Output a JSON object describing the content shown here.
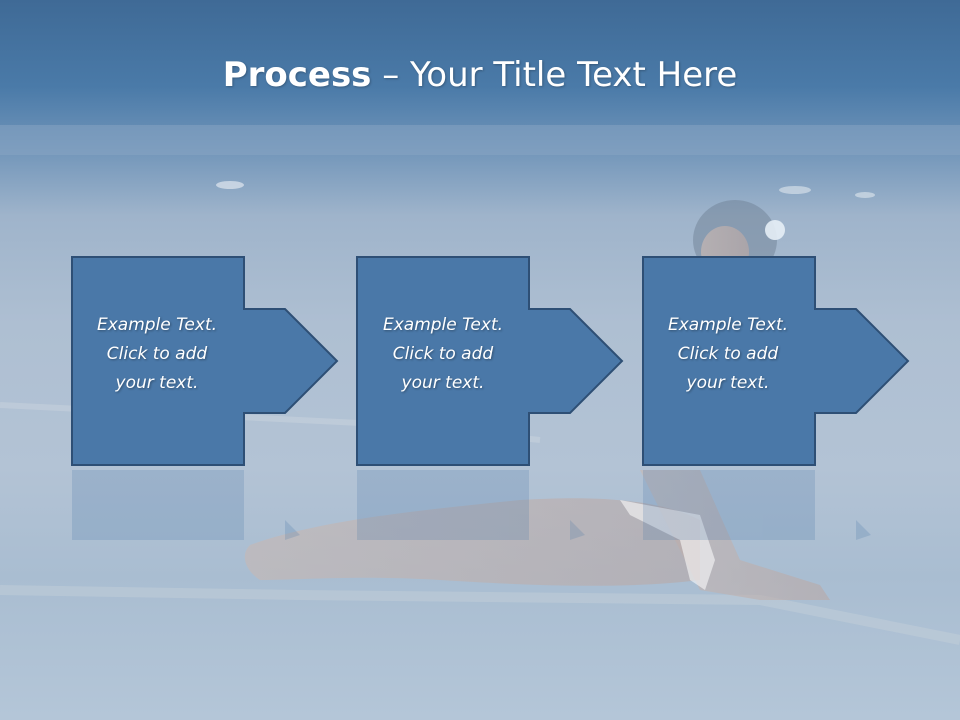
{
  "slide": {
    "title_bold": "Process",
    "title_rest": " – Your Title Text Here"
  },
  "steps": [
    {
      "text_line1": "Example Text.",
      "text_line2": "Click  to add",
      "text_line3": "your text."
    },
    {
      "text_line1": "Example Text.",
      "text_line2": "Click  to add",
      "text_line3": "your text."
    },
    {
      "text_line1": "Example Text.",
      "text_line2": "Click  to add",
      "text_line3": "your text."
    }
  ],
  "colors": {
    "box_fill": "#4a78a8",
    "box_stroke": "#2e4f75",
    "title_band": "#3f6a96"
  }
}
